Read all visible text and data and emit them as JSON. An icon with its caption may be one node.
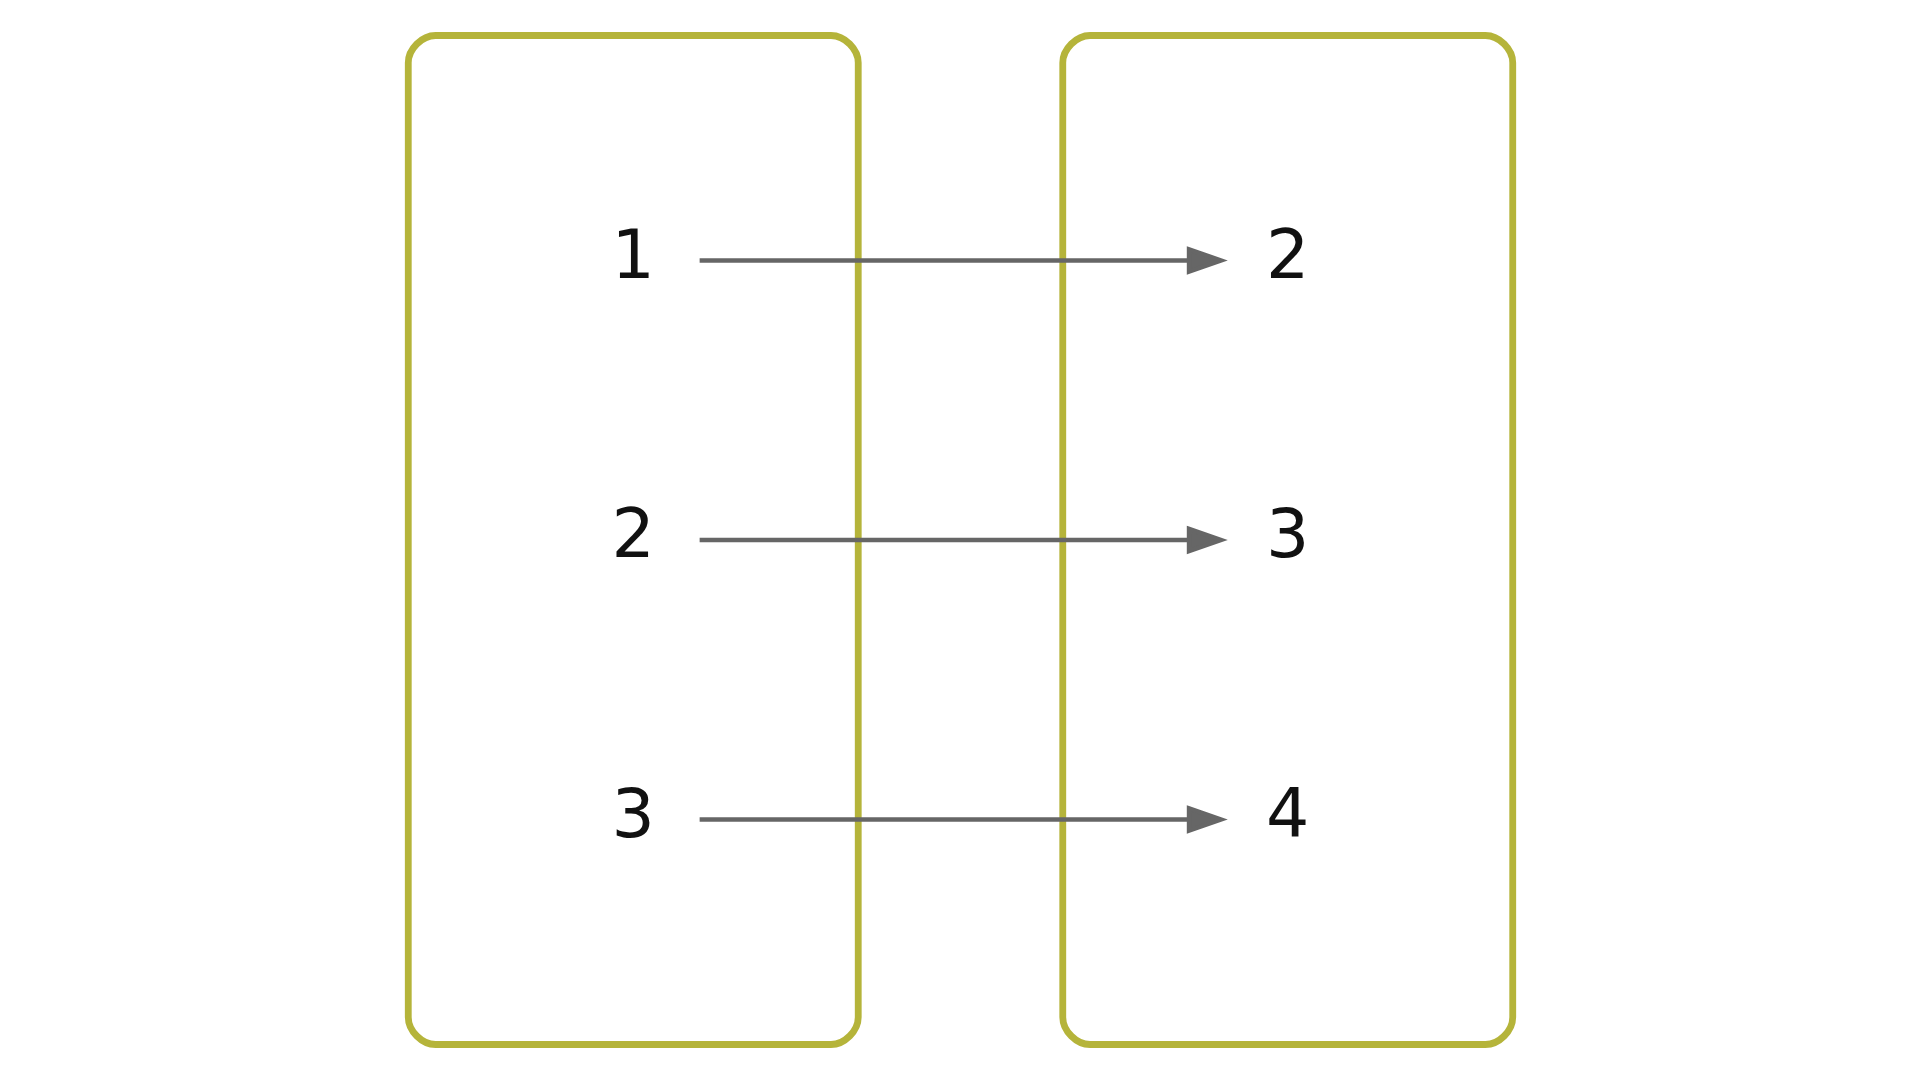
{
  "diagram": {
    "nodes": [
      {
        "text": [],
        "shape": "ellipse"
      },
      {
        "text": [
          "1"
        ],
        "in": 0
      },
      {
        "text": [
          "2"
        ],
        "in": 0
      },
      {
        "text": [
          "3"
        ],
        "in": 0
      },
      {
        "text": [],
        "shape": "ellipse"
      },
      {
        "text": [
          "2"
        ],
        "in": 4
      },
      {
        "text": [
          "3"
        ],
        "in": 4
      },
      {
        "text": [
          "4"
        ],
        "in": 4
      }
    ],
    "edges": [
      {
        "from": 1,
        "to": 5,
        "arrow": "to"
      },
      {
        "from": 2,
        "to": 6,
        "arrow": "to"
      },
      {
        "from": 3,
        "to": 7,
        "arrow": "to"
      }
    ]
  }
}
